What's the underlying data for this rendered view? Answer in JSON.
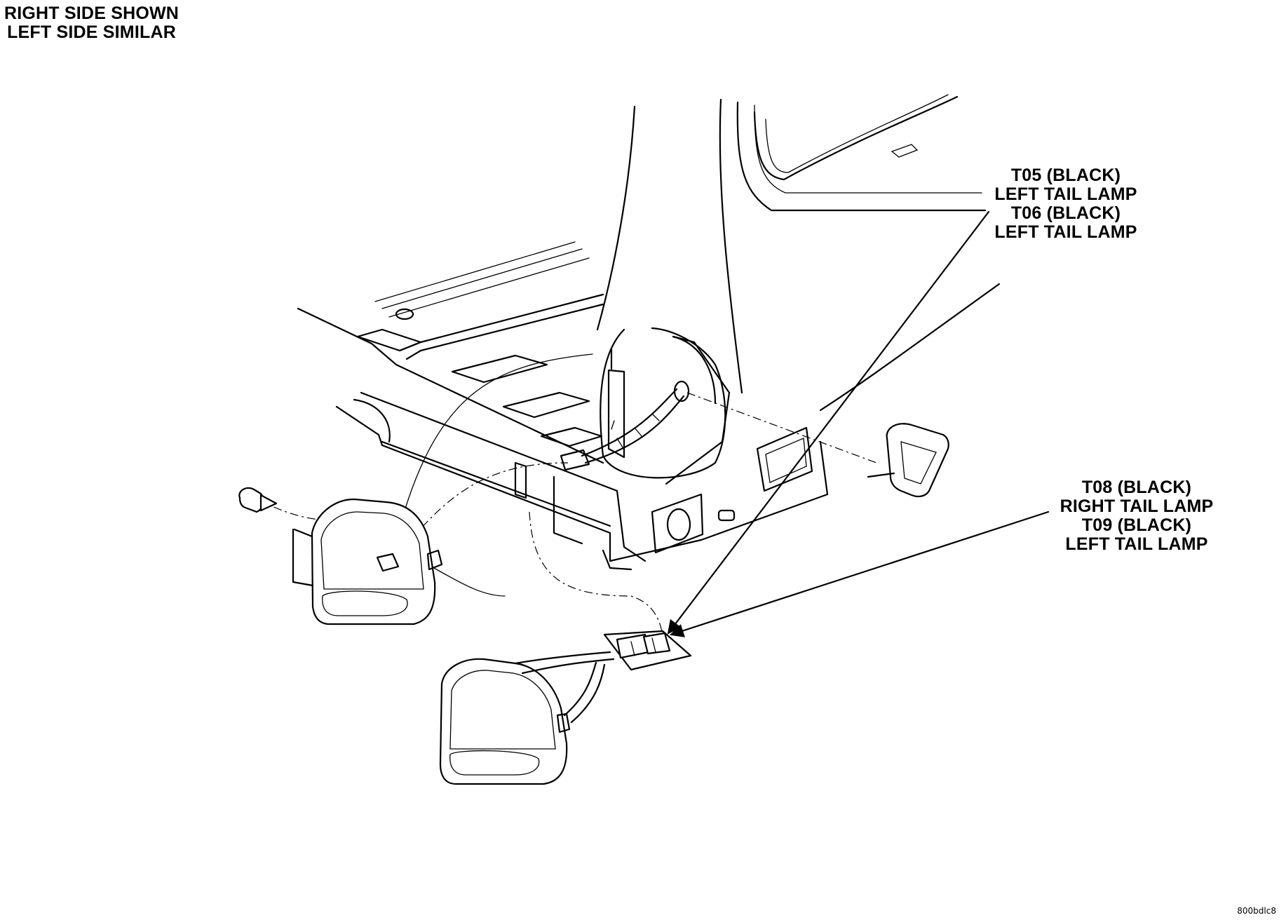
{
  "notes": {
    "line1": "RIGHT SIDE SHOWN",
    "line2": "LEFT SIDE SIMILAR"
  },
  "callouts": {
    "t05": {
      "l1": "T05 (BLACK)",
      "l2": "LEFT TAIL LAMP",
      "l3": "T06 (BLACK)",
      "l4": "LEFT TAIL LAMP"
    },
    "t08": {
      "l1": "T08 (BLACK)",
      "l2": "RIGHT TAIL LAMP",
      "l3": "T09 (BLACK)",
      "l4": "LEFT TAIL LAMP"
    }
  },
  "figure_id": "800bdlc8"
}
